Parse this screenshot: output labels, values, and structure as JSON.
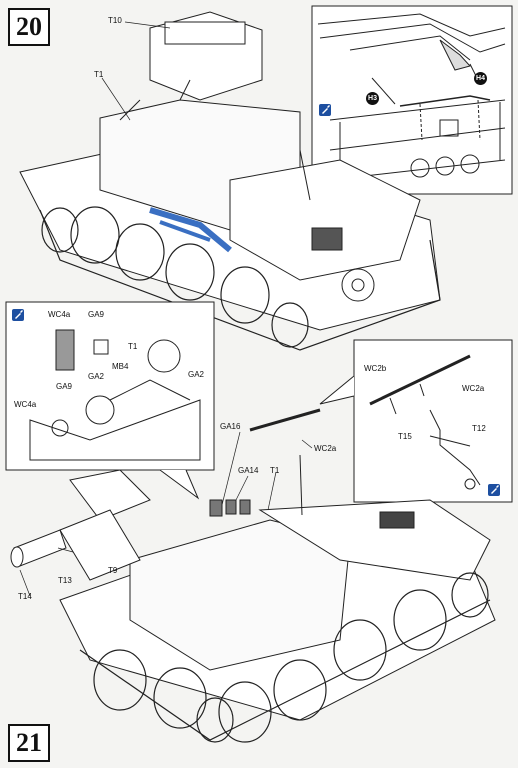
{
  "steps": {
    "step20": {
      "number": "20",
      "labels": {
        "t10": "T10",
        "t1": "T1",
        "h3": "H3",
        "h4": "H4"
      }
    },
    "step21": {
      "number": "21",
      "labels": {
        "wc4a_top": "WC4a",
        "ga9_top": "GA9",
        "t1_detail": "T1",
        "mb4": "MB4",
        "ga2_a": "GA2",
        "ga2_b": "GA2",
        "ga9_mid": "GA9",
        "wc4a_mid": "WC4a",
        "wc2b": "WC2b",
        "wc2a_top": "WC2a",
        "t15": "T15",
        "t12": "T12",
        "wc2a_mid": "WC2a",
        "ga16": "GA16",
        "ga14": "GA14",
        "t1_main": "T1",
        "t9": "T9",
        "t13": "T13",
        "t14": "T14"
      }
    }
  },
  "icons": {
    "glue": "glue-brush-icon",
    "accent": "#1d4fa0",
    "highlight": "#3a6fc2"
  }
}
